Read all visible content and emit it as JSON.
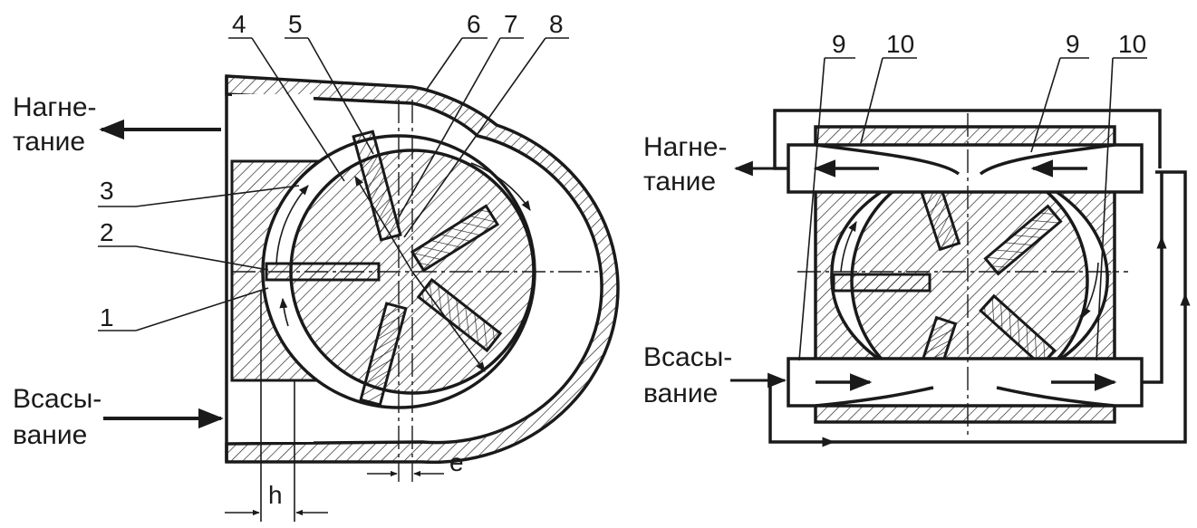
{
  "left_pump": {
    "outlet_label_line1": "Нагне-",
    "outlet_label_line2": "тание",
    "inlet_label_line1": "Всасы-",
    "inlet_label_line2": "вание",
    "callouts": [
      "1",
      "2",
      "3",
      "4",
      "5",
      "6",
      "7",
      "8"
    ],
    "dimension_h": "h",
    "dimension_e": "e"
  },
  "right_pump": {
    "outlet_label_line1": "Нагне-",
    "outlet_label_line2": "тание",
    "inlet_label_line1": "Всасы-",
    "inlet_label_line2": "вание",
    "callouts": [
      "9",
      "10",
      "9",
      "10"
    ]
  },
  "icons": [
    "flow-arrow-icon",
    "rotation-arrow-icon"
  ],
  "colors": {
    "ink": "#1a1a1a",
    "background": "#ffffff"
  }
}
